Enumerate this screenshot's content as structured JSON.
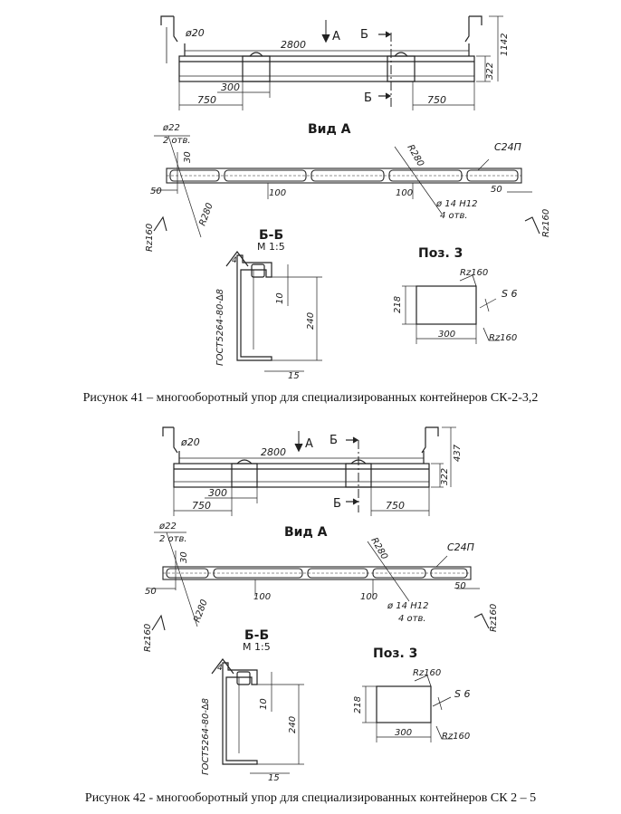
{
  "figures": [
    {
      "caption": "Рисунок 41 – многооборотный упор для специализированных контейнеров СК-2-3,2",
      "top": {
        "dim_dia": "ø20",
        "section_a": "A",
        "section_b1": "Б",
        "section_b2": "Б",
        "dim_2800": "2800",
        "dim_322": "322",
        "dim_1142": "1142",
        "dim_300": "300",
        "dim_750_left": "750",
        "dim_750_right": "750"
      },
      "view": {
        "title": "Вид А",
        "dia": "ø22",
        "holes": "2 отв.",
        "dim_30": "30",
        "dim_50_left": "50",
        "rz160_left": "Rz160",
        "r280_left": "R280",
        "dim_100_left": "100",
        "r280_right": "R280",
        "dim_100_right": "100",
        "hole14": "ø 14 H12",
        "holes4": "4 отв.",
        "c24p": "C24П",
        "dim_50_right": "50",
        "rz160_right": "Rz160"
      },
      "section": {
        "title": "Б-Б",
        "scale": "М 1:5",
        "gost": "ГОСТ5264-80-∆8",
        "weld": "4",
        "dim_10": "10",
        "dim_240": "240",
        "dim_15": "15"
      },
      "pos3": {
        "title": "Поз. 3",
        "rz160_top": "Rz160",
        "s6": "S 6",
        "dim_218": "218",
        "dim_300": "300",
        "rz160_bottom": "Rz160"
      }
    },
    {
      "caption": "Рисунок 42 - многооборотный упор для специализированных контейнеров СК 2 – 5",
      "top": {
        "dim_dia": "ø20",
        "section_a": "A",
        "section_b1": "Б",
        "section_b2": "Б",
        "dim_2800": "2800",
        "dim_322": "322",
        "dim_1142": "437",
        "dim_300": "300",
        "dim_750_left": "750",
        "dim_750_right": "750"
      },
      "view": {
        "title": "Вид А",
        "dia": "ø22",
        "holes": "2 отв.",
        "dim_30": "30",
        "dim_50_left": "50",
        "rz160_left": "Rz160",
        "r280_left": "R280",
        "dim_100_left": "100",
        "r280_right": "R280",
        "dim_100_right": "100",
        "hole14": "ø 14 H12",
        "holes4": "4 отв.",
        "c24p": "C24П",
        "dim_50_right": "50",
        "rz160_right": "Rz160"
      },
      "section": {
        "title": "Б-Б",
        "scale": "М 1:5",
        "gost": "ГОСТ5264-80-∆8",
        "weld": "4",
        "dim_10": "10",
        "dim_240": "240",
        "dim_15": "15"
      },
      "pos3": {
        "title": "Поз. 3",
        "rz160_top": "Rz160",
        "s6": "S 6",
        "dim_218": "218",
        "dim_300": "300",
        "rz160_bottom": "Rz160"
      }
    }
  ]
}
